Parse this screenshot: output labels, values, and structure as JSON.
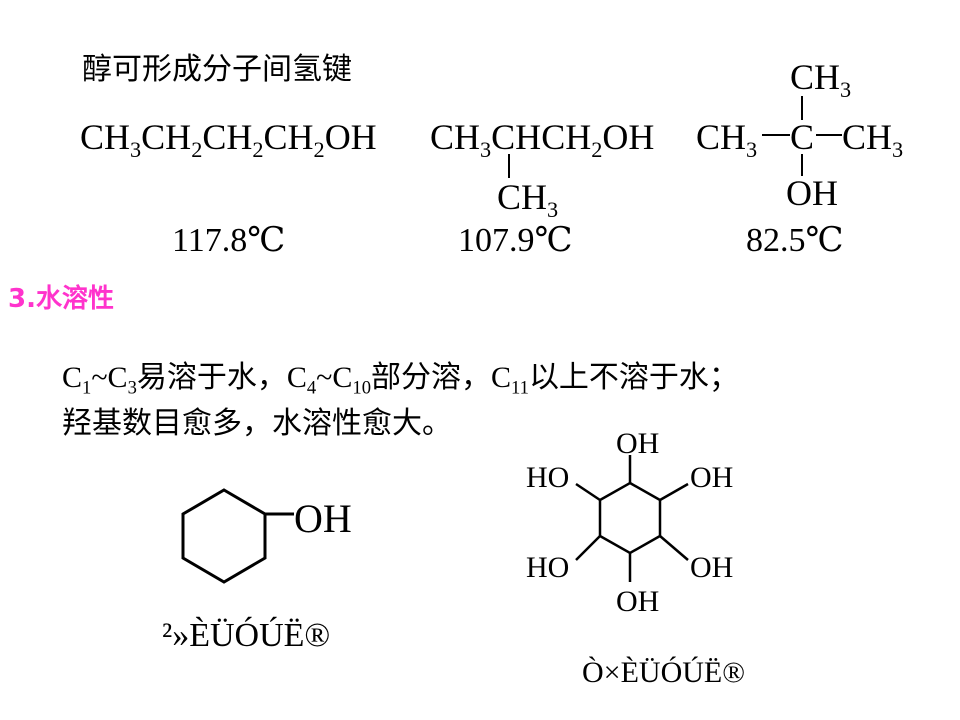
{
  "heading": "醇可形成分子间氢键",
  "mol1": {
    "CH3": "CH",
    "s3": "3",
    "CH2a": "CH",
    "s2a": "2",
    "CH2b": "CH",
    "s2b": "2",
    "CH2c": "CH",
    "s2c": "2",
    "OH": "OH"
  },
  "mol2": {
    "CH3": "CH",
    "s3": "3",
    "CH": "CH",
    "CH2": "CH",
    "s2": "2",
    "OH": "OH",
    "branch": "CH",
    "branch_sub": "3"
  },
  "mol3": {
    "top": "CH",
    "top_sub": "3",
    "left": "CH",
    "left_sub": "3",
    "center": "C",
    "right": "CH",
    "right_sub": "3",
    "bottom": "OH"
  },
  "bp": [
    "117.8℃",
    "107.9℃",
    "82.5℃"
  ],
  "section": "3.水溶性",
  "line1": {
    "c1": "C",
    "s1": "1",
    "tilde1": "~C",
    "s3": "3",
    "t1": "易溶于水，",
    "c4": "C",
    "s4": "4",
    "tilde2": "~C",
    "s10": "10",
    "t2": "部分溶，",
    "c11": "C",
    "s11": "11",
    "t3": "以上不溶于水；"
  },
  "line2": "羟基数目愈多，水溶性愈大。",
  "cyclohexanol": {
    "OH": "OH",
    "caption": "²»ÈÜÓÚË®"
  },
  "inositol": {
    "oh_top": "OH",
    "oh_upper_left": "HO",
    "oh_upper_right": "OH",
    "oh_lower_left": "HO",
    "oh_lower_right": "OH",
    "oh_bottom": "OH",
    "caption": "Ò×ÈÜÓÚË®"
  }
}
